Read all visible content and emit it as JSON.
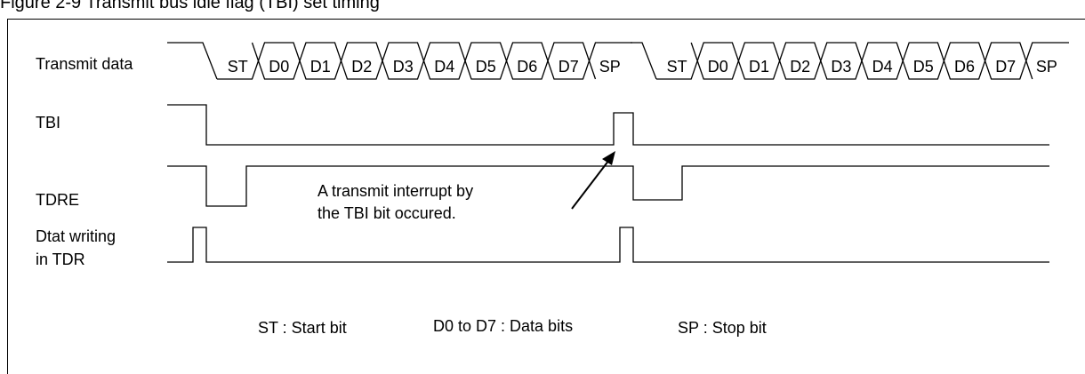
{
  "figure": {
    "title": "Figure 2-9 Transmit bus idle flag (TBI) set timing"
  },
  "signals": {
    "transmit_data": "Transmit data",
    "tbi": "TBI",
    "tdre": "TDRE",
    "write_line1": "Dtat writing",
    "write_line2": "in TDR"
  },
  "frame_bits": [
    "ST",
    "D0",
    "D1",
    "D2",
    "D3",
    "D4",
    "D5",
    "D6",
    "D7",
    "SP"
  ],
  "annotation": {
    "line1": "A transmit interrupt by",
    "line2": "the TBI bit occured."
  },
  "legend": {
    "st": "ST : Start bit",
    "data": "D0 to D7 : Data bits",
    "sp": "SP : Stop bit"
  }
}
